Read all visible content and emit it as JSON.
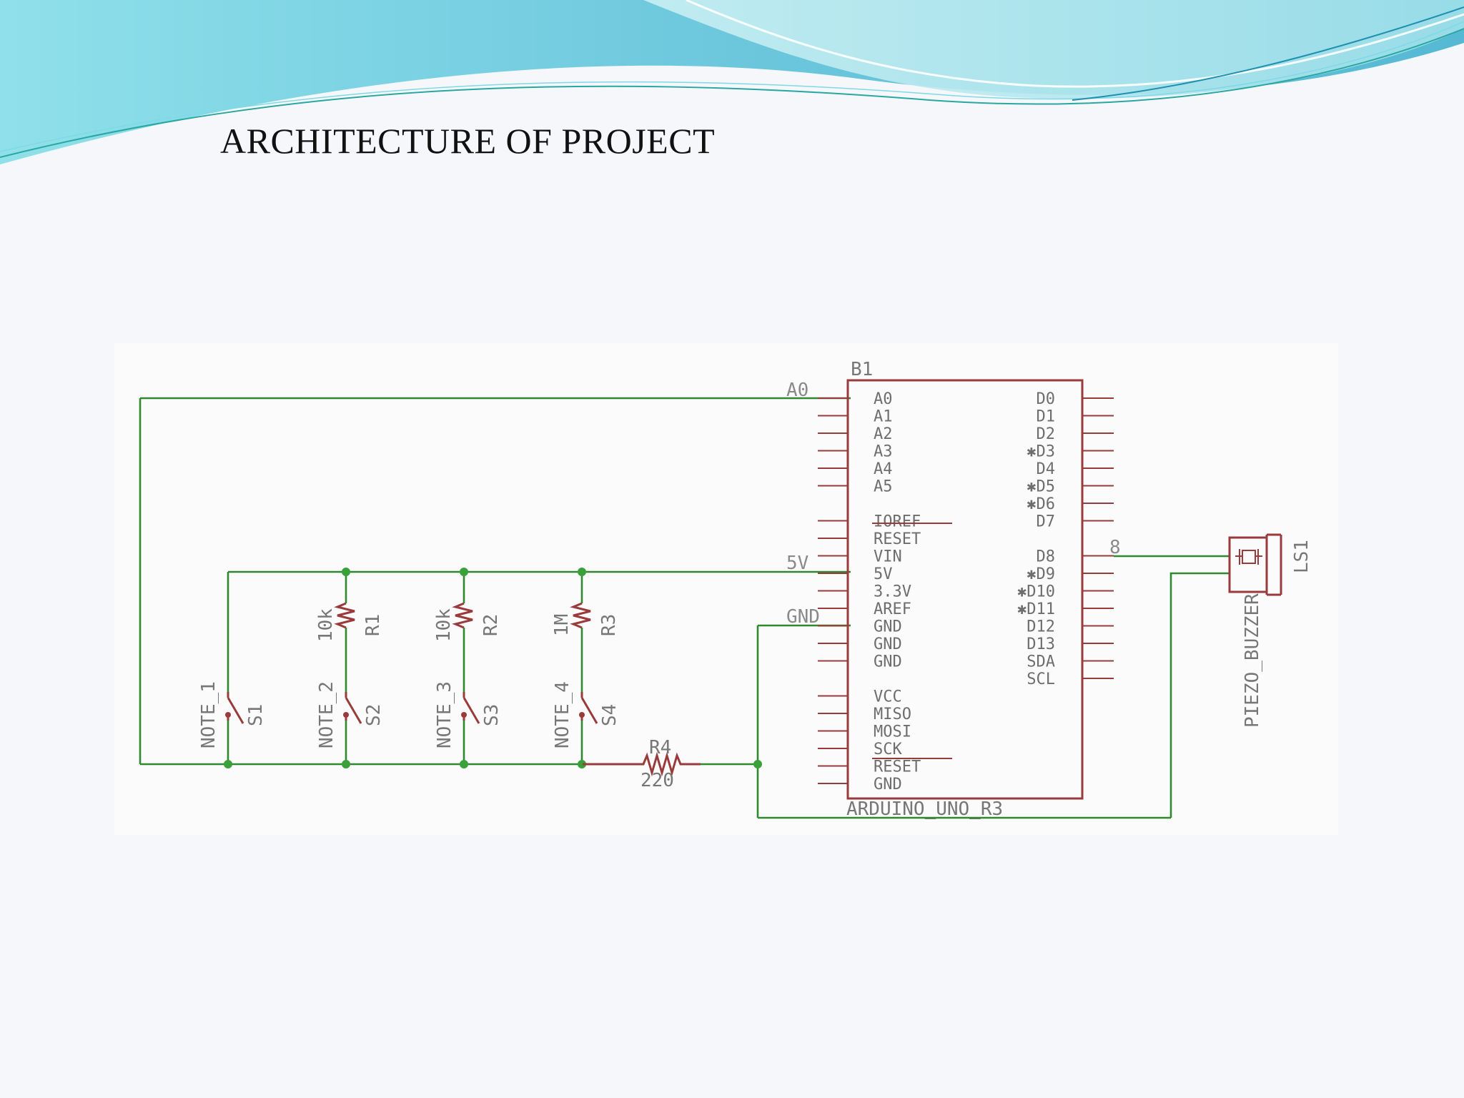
{
  "slide": {
    "title": "ARCHITECTURE OF PROJECT"
  },
  "schematic": {
    "board": {
      "ref": "B1",
      "value": "ARDUINO_UNO_R3"
    },
    "left_pins": [
      "A0",
      "A1",
      "A2",
      "A3",
      "A4",
      "A5",
      "IOREF",
      "RESET",
      "VIN",
      "5V",
      "3.3V",
      "AREF",
      "GND",
      "GND",
      "GND",
      "VCC",
      "MISO",
      "MOSI",
      "SCK",
      "RESET",
      "GND"
    ],
    "right_pins": [
      "D0",
      "D1",
      "D2",
      "✱D3",
      "D4",
      "✱D5",
      "✱D6",
      "D7",
      "D8",
      "✱D9",
      "✱D10",
      "✱D11",
      "D12",
      "D13",
      "SDA",
      "SCL"
    ],
    "nets": {
      "a0": "A0",
      "v5": "5V",
      "gnd": "GND",
      "d8": "8"
    },
    "resistors": [
      {
        "ref": "R1",
        "value": "10k"
      },
      {
        "ref": "R2",
        "value": "10k"
      },
      {
        "ref": "R3",
        "value": "1M"
      },
      {
        "ref": "R4",
        "value": "220"
      }
    ],
    "switches": [
      {
        "ref": "S1",
        "name": "NOTE_1"
      },
      {
        "ref": "S2",
        "name": "NOTE_2"
      },
      {
        "ref": "S3",
        "name": "NOTE_3"
      },
      {
        "ref": "S4",
        "name": "NOTE_4"
      }
    ],
    "buzzer": {
      "ref": "LS1",
      "value": "PIEZO_BUZZER"
    }
  },
  "colors": {
    "wire": "#2f8a2f",
    "component": "#9a3b3b",
    "label": "#777777",
    "banner_light": "#7fd9e6",
    "banner_dark": "#49b6cf"
  }
}
